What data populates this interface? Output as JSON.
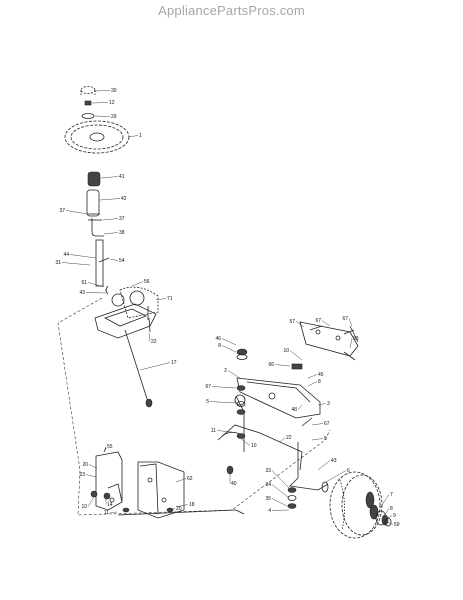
{
  "watermark": "AppliancePartsPros.com",
  "part_labels": [
    "30",
    "12",
    "29",
    "1",
    "41",
    "42",
    "37",
    "37",
    "38",
    "44",
    "31",
    "54",
    "61",
    "43",
    "56",
    "71",
    "22",
    "17",
    "46",
    "8",
    "67",
    "2",
    "5",
    "66",
    "10",
    "45",
    "8",
    "3",
    "48",
    "57",
    "67",
    "67",
    "33",
    "11",
    "10",
    "22",
    "67",
    "5",
    "40",
    "33",
    "34",
    "35",
    "4",
    "43",
    "6",
    "7",
    "8",
    "9",
    "59",
    "55",
    "20",
    "23",
    "62",
    "18",
    "10",
    "11",
    "14",
    "20"
  ]
}
